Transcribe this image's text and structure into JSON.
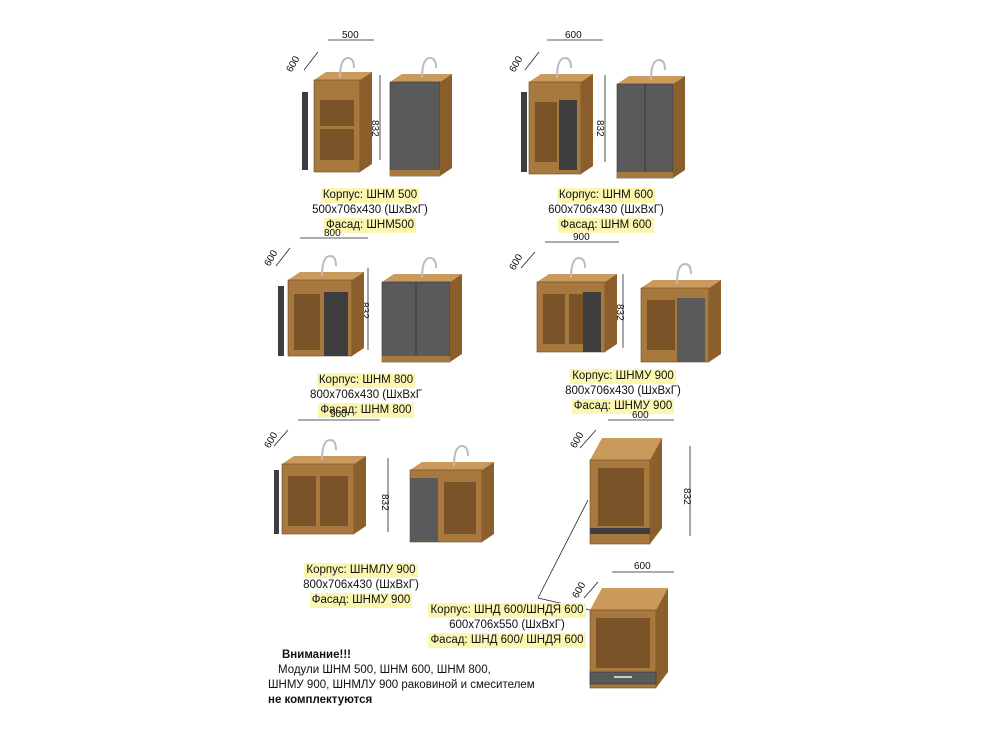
{
  "colors": {
    "wood": "#a8793e",
    "wood_dark": "#8a5f2c",
    "wood_top": "#c99a5c",
    "facade": "#5a5a5a",
    "facade_dark": "#3e3e3e",
    "highlight": "#fbf6b0"
  },
  "modules": [
    {
      "id": "shm500",
      "dims": {
        "width": "500",
        "depth": "600",
        "height": "832"
      },
      "caption": {
        "korpus": "Корпус: ШНМ 500",
        "size": "500x706x430 (ШхВхГ)",
        "fasad": "Фасад: ШНМ500"
      }
    },
    {
      "id": "shm600",
      "dims": {
        "width": "600",
        "depth": "600",
        "height": "832"
      },
      "caption": {
        "korpus": "Корпус: ШНМ 600",
        "size": "600x706x430 (ШхВхГ)",
        "fasad": "Фасад: ШНМ 600"
      }
    },
    {
      "id": "shm800",
      "dims": {
        "width": "800",
        "depth": "600",
        "height": "832"
      },
      "caption": {
        "korpus": "Корпус: ШНМ 800",
        "size": "800x706x430 (ШхВхГ",
        "fasad": "Фасад: ШНМ 800"
      }
    },
    {
      "id": "shmu900",
      "dims": {
        "width": "900",
        "depth": "600",
        "height": "832"
      },
      "caption": {
        "korpus": "Корпус: ШНМУ 900",
        "size": "800x706x430 (ШхВхГ)",
        "fasad": "Фасад: ШНМУ 900"
      }
    },
    {
      "id": "shmlu900",
      "dims": {
        "width": "900",
        "depth": "600",
        "height": "832"
      },
      "caption": {
        "korpus": "Корпус: ШНМЛУ 900",
        "size": "800x706x430 (ШхВхГ)",
        "fasad": "Фасад: ШНМУ 900"
      }
    },
    {
      "id": "shd600",
      "dims": {
        "width": "600",
        "depth": "600",
        "height": "832",
        "width2": "600",
        "depth2": "600"
      },
      "caption": {
        "korpus": "Корпус: ШНД 600/ШНДЯ 600",
        "size": "600x706x550 (ШхВхГ)",
        "fasad": "Фасад: ШНД 600/ ШНДЯ 600"
      }
    }
  ],
  "note": {
    "title": "Внимание!!!",
    "line1": "Модули ШНМ 500, ШНМ 600, ШНМ 800,",
    "line2": "ШНМУ 900, ШНМЛУ 900 раковиной и смесителем",
    "line3": "не комплектуются"
  }
}
